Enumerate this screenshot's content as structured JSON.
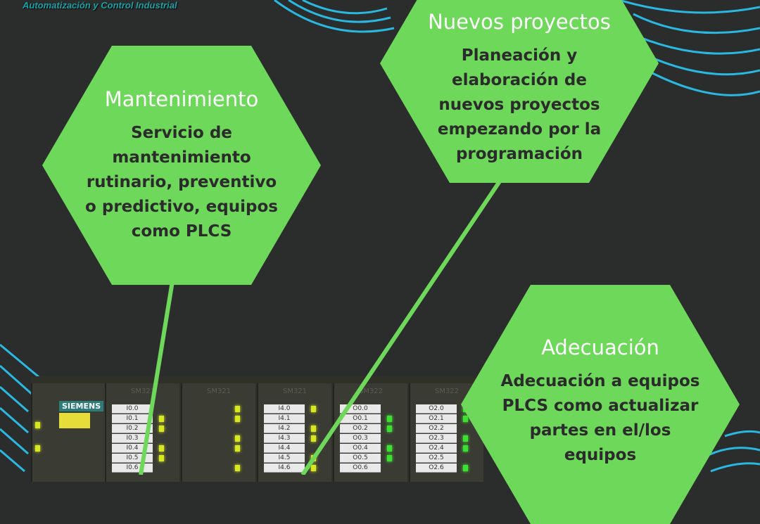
{
  "tagline": "Automatización y Control Industrial",
  "colors": {
    "background": "#2b2c2c",
    "accent_green": "#6dd85a",
    "line_cyan": "#2ab8e0",
    "tagline_teal": "#17a3a8"
  },
  "cards": [
    {
      "title": "Mantenimiento",
      "description": "Servicio de mantenimiento rutinario, preventivo o predictivo, equipos como PLCS"
    },
    {
      "title": "Nuevos proyectos",
      "description": "Planeación y elaboración de nuevos proyectos empezando por la programación"
    },
    {
      "title": "Adecuación",
      "description": "Adecuación a equipos PLCS como actualizar partes en el/los equipos"
    }
  ],
  "plc": {
    "brand": "SIEMENS",
    "modules": [
      {
        "name": "SM321",
        "labels": [
          "I0.0",
          "I0.1",
          "I0.2",
          "I0.3",
          "I0.4",
          "I0.5",
          "I0.6"
        ]
      },
      {
        "name": "SM321",
        "labels": []
      },
      {
        "name": "SM321",
        "labels": [
          "I4.0",
          "I4.1",
          "I4.2",
          "I4.3",
          "I4.4",
          "I4.5",
          "I4.6"
        ]
      },
      {
        "name": "SM322",
        "labels": [
          "O0.0",
          "O0.1",
          "O0.2",
          "O0.3",
          "O0.4",
          "O0.5",
          "O0.6"
        ]
      },
      {
        "name": "SM322",
        "labels": [
          "O2.0",
          "O2.1",
          "O2.2",
          "O2.3",
          "O2.4",
          "O2.5",
          "O2.6"
        ]
      }
    ]
  }
}
